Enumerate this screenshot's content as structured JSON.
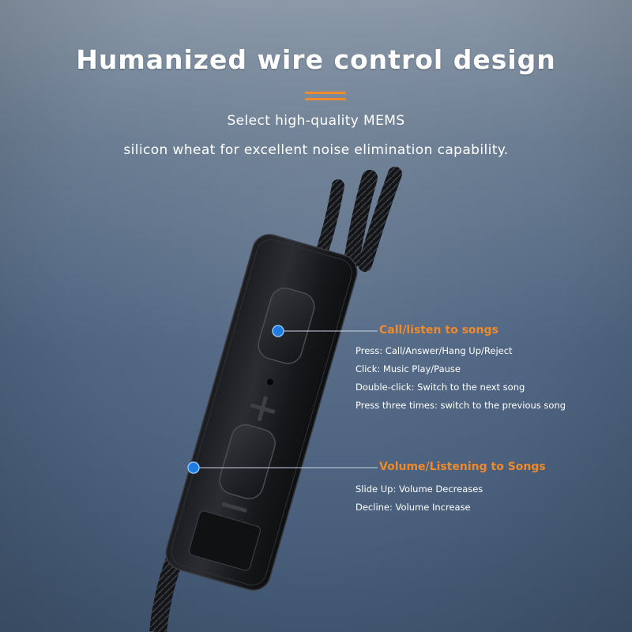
{
  "header": {
    "title": "Humanized wire control design",
    "subtitle_line1": "Select high-quality MEMS",
    "subtitle_line2": "silicon wheat for excellent noise elimination capability."
  },
  "callouts": {
    "call": {
      "heading": "Call/listen to songs",
      "lines": [
        "Press: Call/Answer/Hang Up/Reject",
        "Click: Music Play/Pause",
        "Double-click: Switch to the next song",
        "Press three times: switch to the previous song"
      ]
    },
    "volume": {
      "heading": "Volume/Listening to Songs",
      "lines": [
        "Slide Up: Volume Decreases",
        "Decline: Volume Increase"
      ]
    }
  },
  "colors": {
    "accent": "#f08a2a",
    "pointer_dot": "#1e7be0",
    "background_top": "#8a98a8",
    "background_bottom": "#445a76"
  },
  "icons": {
    "plus": "plus-icon",
    "minus": "minus-icon"
  }
}
